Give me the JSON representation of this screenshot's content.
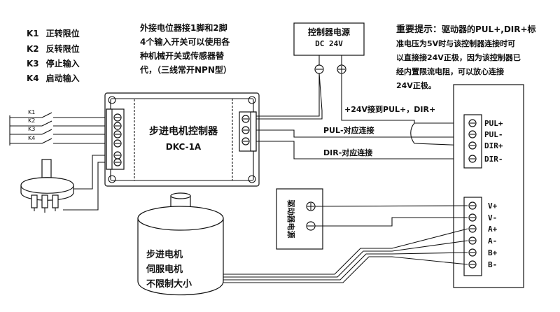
{
  "inputs": [
    {
      "code": "K1",
      "label": "正转限位"
    },
    {
      "code": "K2",
      "label": "反转限位"
    },
    {
      "code": "K3",
      "label": "停止输入"
    },
    {
      "code": "K4",
      "label": "启动输入"
    }
  ],
  "switch_labels": [
    "K1",
    "K2",
    "K3",
    "K4"
  ],
  "note_lines": [
    "外接电位器接1脚和2脚",
    "4个输入开关可以使用各",
    "种机械开关或传感器替",
    "代，（三线常开NPN型）"
  ],
  "power": {
    "title": "控制器电源",
    "voltage": "DC 24V"
  },
  "tip": {
    "title": "重要提示：",
    "lines": [
      "驱动器的PUL+,DIR+标",
      "准电压为5V时与该控制器连接时可",
      "以直接接24V正极，因为该控制器已",
      "经内置限流电阻，可以放心连接",
      "24V正极。"
    ]
  },
  "controller": {
    "name": "步进电机控制器",
    "model": "DKC-1A"
  },
  "wire_labels": {
    "plus24": "+24V接到PUL+，DIR+",
    "pul": "PUL-对应连接",
    "dir": "DIR-对应连接"
  },
  "driver_signal_terminals": [
    "PUL+",
    "PUL-",
    "DIR+",
    "DIR-"
  ],
  "driver_power": {
    "label": "驱动器电源"
  },
  "driver_power_terminals": [
    "V+",
    "V-",
    "A+",
    "A-",
    "B+",
    "B-"
  ],
  "motor": {
    "lines": [
      "步进电机",
      "伺服电机",
      "不限制大小"
    ]
  }
}
